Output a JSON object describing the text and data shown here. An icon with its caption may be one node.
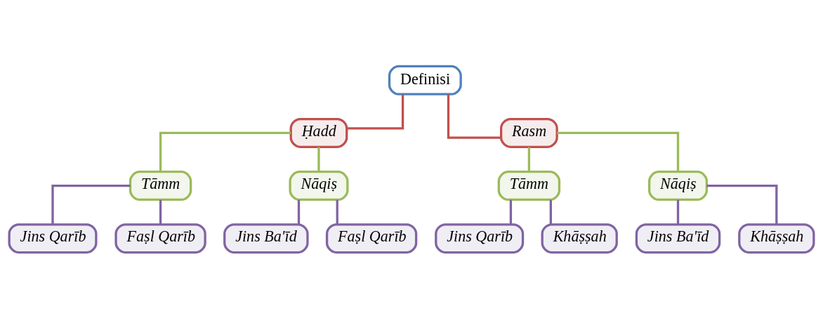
{
  "diagram": {
    "nodes": [
      {
        "text": [
          "Definisi"
        ]
      },
      {
        "text": [
          "Ḥadd"
        ]
      },
      {
        "text": [
          "Rasm"
        ]
      },
      {
        "text": [
          "Tāmm"
        ]
      },
      {
        "text": [
          "Nāqiṣ"
        ]
      },
      {
        "text": [
          "Tāmm"
        ]
      },
      {
        "text": [
          "Nāqiṣ"
        ]
      },
      {
        "text": [
          "Jins Qarīb"
        ]
      },
      {
        "text": [
          "Faṣl Qarīb"
        ]
      },
      {
        "text": [
          "Jins Ba'īd"
        ]
      },
      {
        "text": [
          "Faṣl Qarīb"
        ]
      },
      {
        "text": [
          "Jins Qarīb"
        ]
      },
      {
        "text": [
          "Khāṣṣah"
        ]
      },
      {
        "text": [
          "Jins Ba'īd"
        ]
      },
      {
        "text": [
          "Khāṣṣah"
        ]
      }
    ],
    "edges": [
      {
        "from": 0,
        "to": 1,
        "arrow": "none",
        "color": "#c0504d"
      },
      {
        "from": 0,
        "to": 2,
        "arrow": "none",
        "color": "#c0504d"
      },
      {
        "from": 1,
        "to": 3,
        "arrow": "none",
        "color": "#9bbb59"
      },
      {
        "from": 1,
        "to": 4,
        "arrow": "none",
        "color": "#9bbb59"
      },
      {
        "from": 2,
        "to": 5,
        "arrow": "none",
        "color": "#9bbb59"
      },
      {
        "from": 2,
        "to": 6,
        "arrow": "none",
        "color": "#9bbb59"
      },
      {
        "from": 3,
        "to": 7,
        "arrow": "none"
      },
      {
        "from": 3,
        "to": 8,
        "arrow": "none"
      },
      {
        "from": 4,
        "to": 9,
        "arrow": "none"
      },
      {
        "from": 4,
        "to": 10,
        "arrow": "none"
      },
      {
        "from": 5,
        "to": 11,
        "arrow": "none"
      },
      {
        "from": 5,
        "to": 12,
        "arrow": "none"
      },
      {
        "from": 6,
        "to": 13,
        "arrow": "none"
      },
      {
        "from": 6,
        "to": 14,
        "arrow": "none"
      }
    ]
  }
}
